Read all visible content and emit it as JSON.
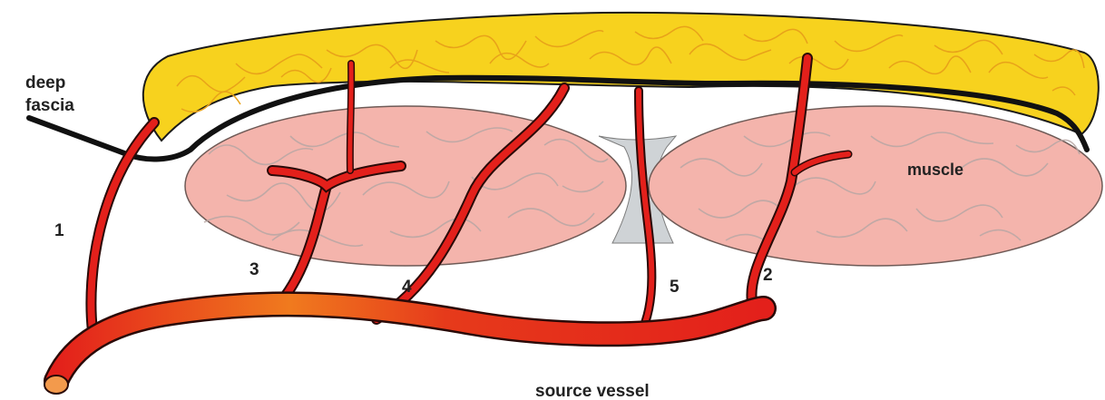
{
  "labels": {
    "deep_fascia_line1": "deep",
    "deep_fascia_line2": "fascia",
    "muscle": "muscle",
    "source_vessel": "source vessel",
    "vessel_1": "1",
    "vessel_2": "2",
    "vessel_3": "3",
    "vessel_4": "4",
    "vessel_5": "5"
  },
  "colors": {
    "fat": "#f7d21e",
    "fat_texture": "#e8a21a",
    "fascia": "#111111",
    "muscle": "#f4b4ac",
    "muscle_texture": "#b8a7a4",
    "septum": "#cfd3d6",
    "vessel": "#e3201b",
    "vessel_dark": "#2a0a08",
    "source_vessel_mid": "#f07a1e",
    "vessel_end": "#f39a4c"
  }
}
